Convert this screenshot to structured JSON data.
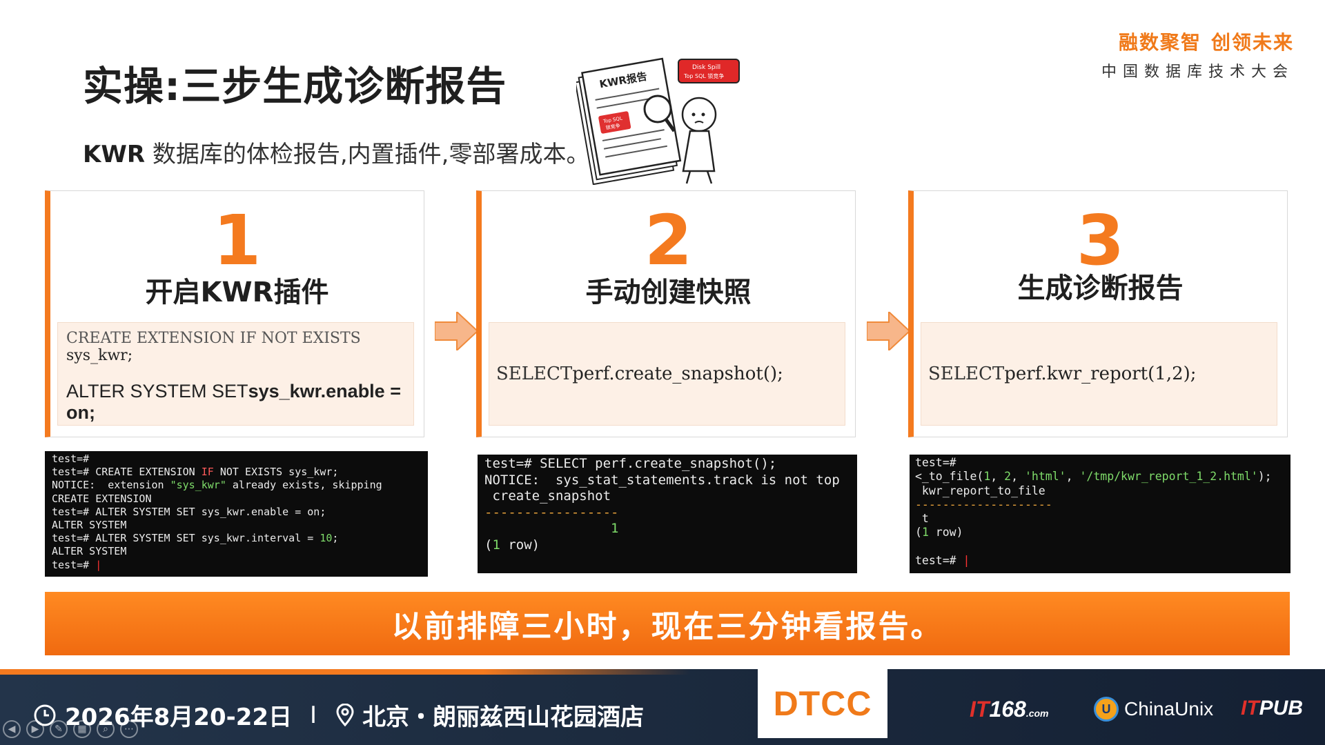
{
  "header": {
    "title": "实操:三步生成诊断报告",
    "subtitle_kwr": "KWR",
    "subtitle_rest": " 数据库的体检报告,内置插件,零部署成本。",
    "brand_slogan_1": "融数聚智",
    "brand_slogan_2": "创领未来",
    "brand_conference": "中国数据库技术大会"
  },
  "illustration": {
    "doc_title": "KWR报告",
    "bubble_line1": "Disk Spill",
    "bubble_line2": "Top SQL 锁竞争",
    "tag_line1": "Top SQL",
    "tag_line2": "锁竞争"
  },
  "steps": [
    {
      "number": "1",
      "title": "开启KWR插件",
      "code_line1": "CREATE EXTENSION IF NOT EXISTS",
      "code_line2": "sys_kwr;",
      "code_line3_prefix": "ALTER SYSTEM SET",
      "code_line3_bold": "sys_kwr.enable =",
      "code_line4": "on;"
    },
    {
      "number": "2",
      "title": "手动创建快照",
      "code_prefix": "SELECT",
      "code_body": "perf.create_snapshot();"
    },
    {
      "number": "3",
      "title": "生成诊断报告",
      "code_prefix": "SELECT",
      "code_body": "perf.kwr_report(1,2);"
    }
  ],
  "terminal1": {
    "l1": "test=#",
    "l2a": "test=# CREATE EXTENSION ",
    "l2b": "IF",
    "l2c": " NOT EXISTS sys_kwr;",
    "l3a": "NOTICE:  extension ",
    "l3b": "\"sys_kwr\"",
    "l3c": " already exists, skipping",
    "l4": "CREATE EXTENSION",
    "l5": "test=# ALTER SYSTEM SET sys_kwr.enable = on;",
    "l6": "ALTER SYSTEM",
    "l7a": "test=# ALTER SYSTEM SET sys_kwr.interval = ",
    "l7b": "10",
    "l7c": ";",
    "l8": "ALTER SYSTEM",
    "l9": "test=# "
  },
  "terminal2": {
    "l1": "test=# SELECT perf.create_snapshot();",
    "l2": "NOTICE:  sys_stat_statements.track is not top",
    "l3": " create_snapshot",
    "l4": "-----------------",
    "l5": "                1",
    "l6a": "(",
    "l6b": "1",
    "l6c": " row)"
  },
  "terminal3": {
    "l1": "test=#",
    "l2a": "<_to_file(",
    "l2b": "1",
    "l2c": ", ",
    "l2d": "2",
    "l2e": ", ",
    "l2f": "'html'",
    "l2g": ", ",
    "l2h": "'/tmp/kwr_report_1_2.html'",
    "l2i": ");",
    "l3": " kwr_report_to_file",
    "l4": "--------------------",
    "l5": " t",
    "l6a": "(",
    "l6b": "1",
    "l6c": " row)",
    "l7": "test=# "
  },
  "banner": {
    "text": "以前排障三小时，现在三分钟看报告。"
  },
  "footer": {
    "date": "2026年8月20-22日",
    "separator": "I",
    "location": "北京・朗丽兹西山花园酒店",
    "dtcc": "DTCC",
    "it168_a": "IT",
    "it168_b": "168",
    "it168_c": ".com",
    "chinaunix": "ChinaUnix",
    "itpub_a": "IT",
    "itpub_b": "PUB"
  },
  "colors": {
    "accent": "#f47a1f",
    "code_bg": "#fdf0e6",
    "terminal_bg": "#0c0c0c"
  }
}
